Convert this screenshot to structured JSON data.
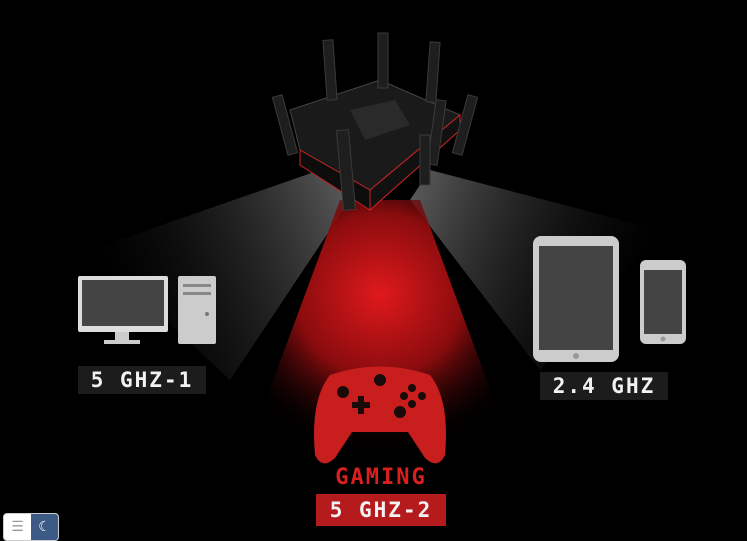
{
  "labels": {
    "band1": "5 GHZ-1",
    "band24": "2.4 GHZ",
    "gaming": "GAMING",
    "band2": "5 GHZ-2"
  },
  "widget": {
    "menu_icon": "☰",
    "theme_icon": "☾"
  },
  "colors": {
    "accent": "#d8201f",
    "label_bg": "#b51a1c"
  }
}
